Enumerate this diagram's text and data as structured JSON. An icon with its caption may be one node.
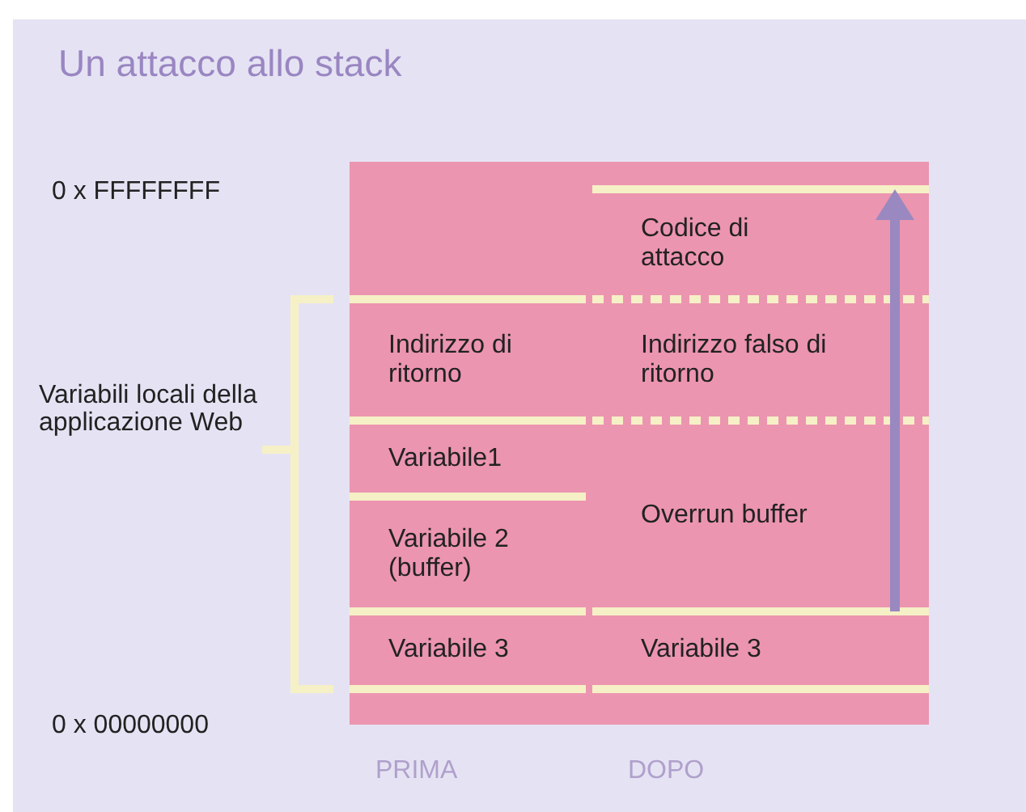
{
  "diagram": {
    "title": "Un attacco allo stack",
    "nodes": [
      {
        "text": [
          "Codice di attacco"
        ]
      },
      {
        "text": [
          "Indirizzo di ritorno"
        ]
      },
      {
        "text": [
          "Indirizzo falso di ritorno"
        ]
      },
      {
        "text": [
          "Variabile1"
        ]
      },
      {
        "text": [
          "Variabile 2 (buffer)"
        ]
      },
      {
        "text": [
          "Overrun buffer"
        ]
      },
      {
        "text": [
          "Variabile 3"
        ]
      },
      {
        "text": [
          "Variabile 3"
        ]
      }
    ],
    "labels": [
      "0 x FFFFFFFF",
      "Variabili locali della applicazione Web",
      "0 x 00000000",
      "PRIMA",
      "DOPO"
    ]
  }
}
